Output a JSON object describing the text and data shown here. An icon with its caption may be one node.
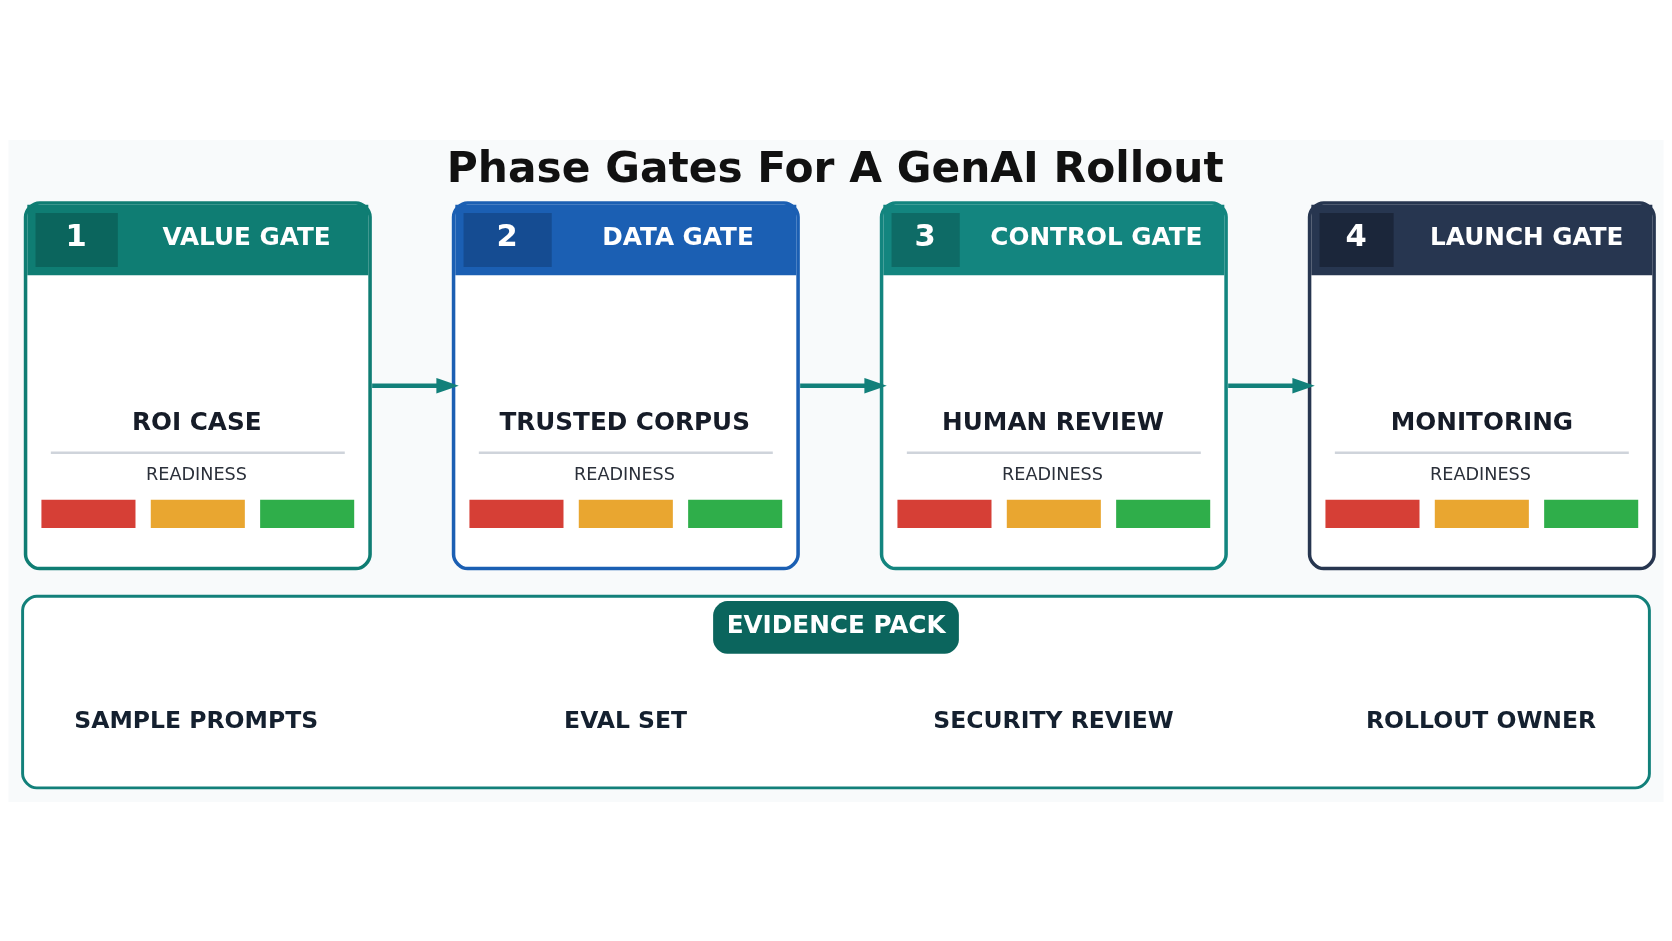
{
  "diagram": {
    "title": "Phase Gates For A GenAI Rollout",
    "nodes": [
      {
        "text": [
          "1",
          "VALUE GATE",
          "ROI CASE",
          "READINESS"
        ]
      },
      {
        "text": [
          "2",
          "DATA GATE",
          "TRUSTED CORPUS",
          "READINESS"
        ]
      },
      {
        "text": [
          "3",
          "CONTROL GATE",
          "HUMAN REVIEW",
          "READINESS"
        ]
      },
      {
        "text": [
          "4",
          "LAUNCH GATE",
          "MONITORING",
          "READINESS"
        ]
      },
      {
        "text": [
          "EVIDENCE PACK"
        ]
      },
      {
        "text": [
          "SAMPLE PROMPTS"
        ],
        "in": 4
      },
      {
        "text": [
          "EVAL SET"
        ],
        "in": 4
      },
      {
        "text": [
          "SECURITY REVIEW"
        ],
        "in": 4
      },
      {
        "text": [
          "ROLLOUT OWNER"
        ],
        "in": 4
      }
    ],
    "edges": [
      {
        "from": 0,
        "to": 1,
        "arrow": "to"
      },
      {
        "from": 1,
        "to": 2,
        "arrow": "to"
      },
      {
        "from": 2,
        "to": 3,
        "arrow": "to"
      }
    ]
  }
}
